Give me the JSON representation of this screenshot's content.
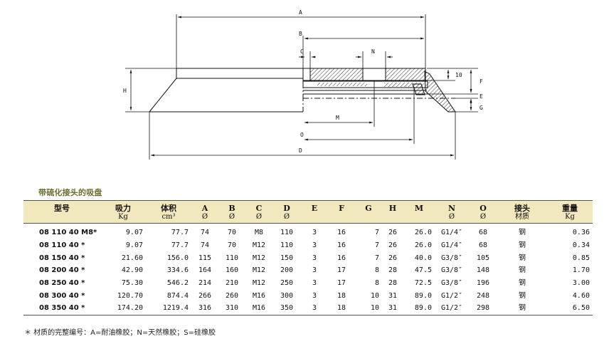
{
  "drawing": {
    "labels": {
      "A": "A",
      "B": "B",
      "C": "C",
      "N": "N",
      "ten": "10",
      "F": "F",
      "H": "H",
      "E": "E",
      "G": "G",
      "M": "M",
      "O": "O",
      "D": "D"
    }
  },
  "table": {
    "section_title": "带硫化接头的吸盘",
    "headers": [
      {
        "label": "型号",
        "sub": ""
      },
      {
        "label": "吸力",
        "sub": "Kg"
      },
      {
        "label": "体积",
        "sub": "cm³"
      },
      {
        "label": "A",
        "sub": "Ø"
      },
      {
        "label": "B",
        "sub": "Ø"
      },
      {
        "label": "C",
        "sub": "Ø"
      },
      {
        "label": "D",
        "sub": "Ø"
      },
      {
        "label": "E",
        "sub": ""
      },
      {
        "label": "F",
        "sub": ""
      },
      {
        "label": "G",
        "sub": ""
      },
      {
        "label": "H",
        "sub": ""
      },
      {
        "label": "M",
        "sub": ""
      },
      {
        "label": "N",
        "sub": "Ø"
      },
      {
        "label": "O",
        "sub": "Ø"
      },
      {
        "label": "接头",
        "sub": "材质"
      },
      {
        "label": "重量",
        "sub": "Kg"
      }
    ],
    "rows": [
      [
        "08 110 40 M8*",
        "9.07",
        "77.7",
        "74",
        "70",
        "M8",
        "110",
        "3",
        "16",
        "7",
        "26",
        "26.0",
        "G1/4″",
        "68",
        "钢",
        "0.36"
      ],
      [
        "08 110 40 *",
        "9.07",
        "77.7",
        "74",
        "70",
        "M12",
        "110",
        "3",
        "16",
        "7",
        "26",
        "26.0",
        "G1/4″",
        "68",
        "钢",
        "0.34"
      ],
      [
        "08 150 40 *",
        "21.60",
        "156.0",
        "115",
        "110",
        "M12",
        "150",
        "3",
        "16",
        "7",
        "26",
        "40.0",
        "G3/8″",
        "105",
        "钢",
        "0.85"
      ],
      [
        "08 200 40 *",
        "42.90",
        "334.6",
        "164",
        "160",
        "M12",
        "200",
        "3",
        "17",
        "8",
        "28",
        "47.5",
        "G3/8″",
        "148",
        "钢",
        "1.70"
      ],
      [
        "08 250 40 *",
        "75.30",
        "546.2",
        "214",
        "210",
        "M12",
        "250",
        "3",
        "17",
        "8",
        "28",
        "72.5",
        "G3/8″",
        "196",
        "钢",
        "3.00"
      ],
      [
        "08 300 40 *",
        "120.70",
        "874.4",
        "266",
        "260",
        "M16",
        "300",
        "3",
        "18",
        "10",
        "31",
        "89.0",
        "G1/2″",
        "248",
        "钢",
        "4.60"
      ],
      [
        "08 350 40 *",
        "174.20",
        "1219.4",
        "316",
        "310",
        "M16",
        "350",
        "3",
        "18",
        "10",
        "31",
        "89.0",
        "G1/2″",
        "298",
        "钢",
        "6.50"
      ]
    ],
    "footnote": "＊ 材质的完整编号：A=耐油橡胶；N=天然橡胶；S=硅橡胶"
  }
}
